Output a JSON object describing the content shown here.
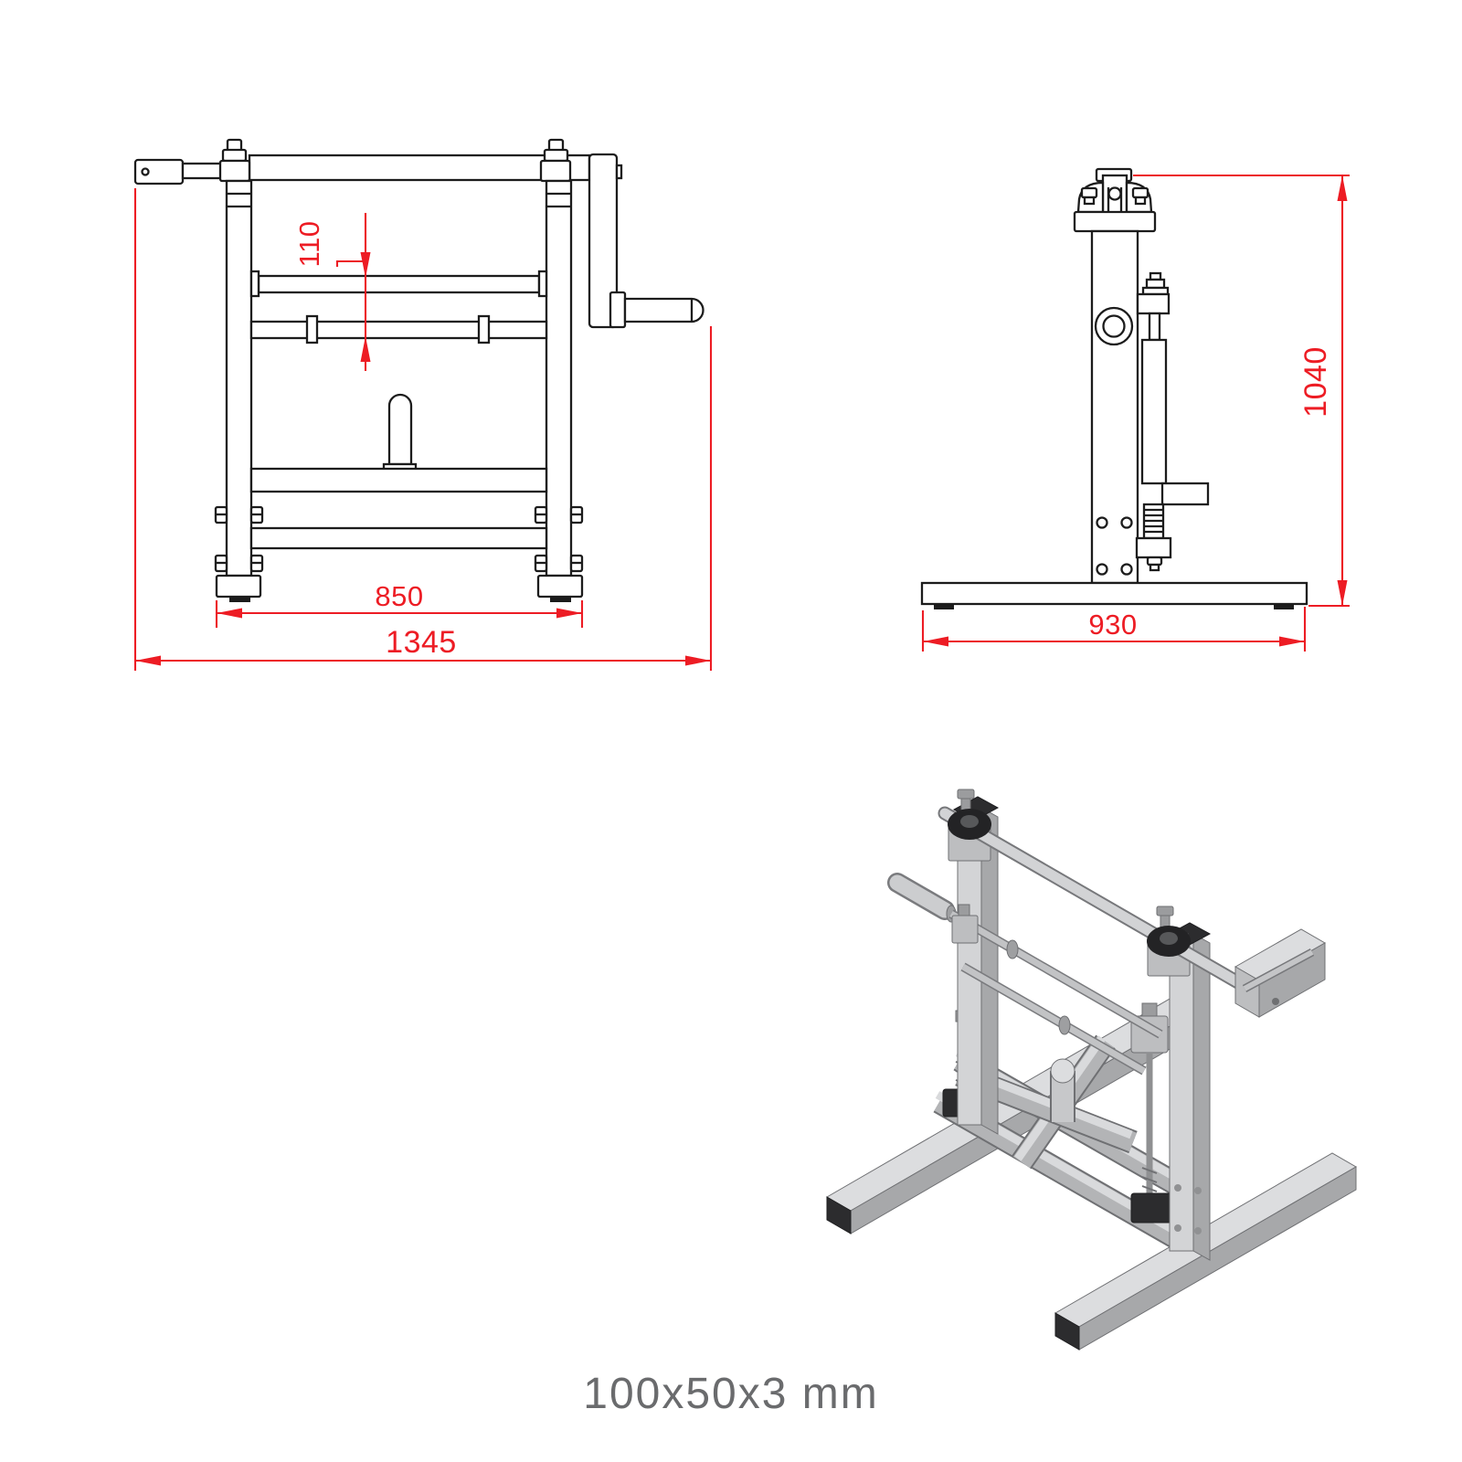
{
  "caption": {
    "text": "100x50x3 mm"
  },
  "colors": {
    "dimension_red": "#ed1c24",
    "drawing_line": "#1c1c1c",
    "caption_gray": "#6a6b6d"
  },
  "views": {
    "front": {
      "dimensions": {
        "total_width": "1345",
        "feet_span": "850",
        "bar_offset": "110"
      }
    },
    "side": {
      "dimensions": {
        "height": "1040",
        "base_depth": "930"
      }
    }
  }
}
